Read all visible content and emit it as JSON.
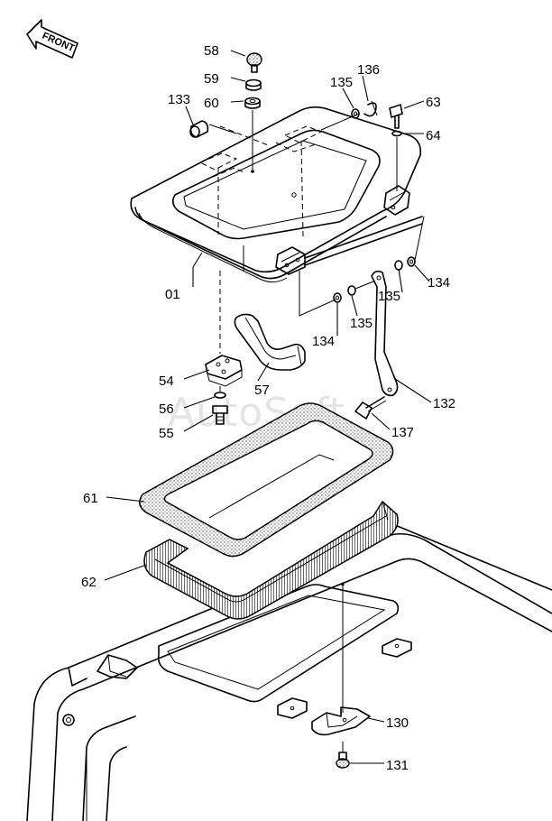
{
  "orientation_label": "FRONT",
  "watermark": "AutoSoft",
  "parts": [
    {
      "id": "p58",
      "number": "58"
    },
    {
      "id": "p59",
      "number": "59"
    },
    {
      "id": "p60",
      "number": "60"
    },
    {
      "id": "p133",
      "number": "133"
    },
    {
      "id": "p135a",
      "number": "135"
    },
    {
      "id": "p136",
      "number": "136"
    },
    {
      "id": "p63",
      "number": "63"
    },
    {
      "id": "p64",
      "number": "64"
    },
    {
      "id": "p01",
      "number": "01"
    },
    {
      "id": "p134a",
      "number": "134"
    },
    {
      "id": "p135b",
      "number": "135"
    },
    {
      "id": "p135c",
      "number": "135"
    },
    {
      "id": "p134b",
      "number": "134"
    },
    {
      "id": "p54",
      "number": "54"
    },
    {
      "id": "p56",
      "number": "56"
    },
    {
      "id": "p55",
      "number": "55"
    },
    {
      "id": "p57",
      "number": "57"
    },
    {
      "id": "p132",
      "number": "132"
    },
    {
      "id": "p137",
      "number": "137"
    },
    {
      "id": "p61",
      "number": "61"
    },
    {
      "id": "p62",
      "number": "62"
    },
    {
      "id": "p130",
      "number": "130"
    },
    {
      "id": "p131",
      "number": "131"
    }
  ]
}
